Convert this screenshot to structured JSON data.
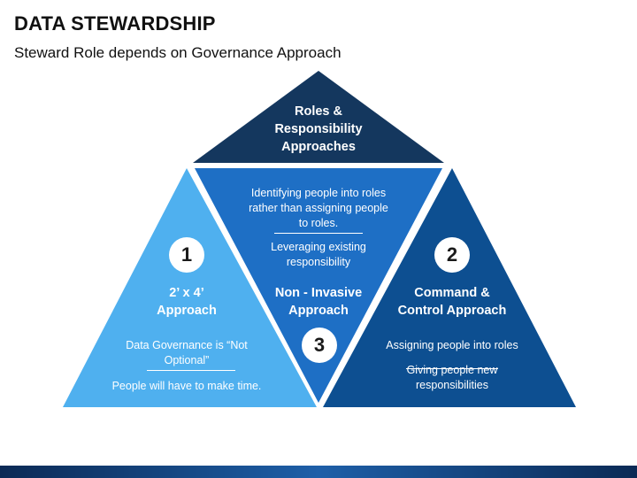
{
  "title": "DATA STEWARDSHIP",
  "subtitle": "Steward Role depends on Governance Approach",
  "colors": {
    "top": "#14375e",
    "left": "#4fb0ef",
    "center": "#1e6fc5",
    "right": "#0d4f91"
  },
  "top_triangle": {
    "heading_line1": "Roles &",
    "heading_line2": "Responsibility",
    "heading_line3": "Approaches"
  },
  "left_triangle": {
    "number": "1",
    "heading_line1": "2’ x 4’",
    "heading_line2": "Approach",
    "point1_line1": "Data Governance is “Not",
    "point1_line2": "Optional”",
    "point2": "People will have to make time."
  },
  "center_triangle": {
    "number": "3",
    "point1_line1": "Identifying people into roles",
    "point1_line2": "rather than assigning people",
    "point1_line3": "to roles.",
    "point2_line1": "Leveraging existing",
    "point2_line2": "responsibility",
    "heading_line1": "Non - Invasive",
    "heading_line2": "Approach"
  },
  "right_triangle": {
    "number": "2",
    "heading_line1": "Command &",
    "heading_line2": "Control Approach",
    "point1": "Assigning people into roles",
    "point2_line1": "Giving people new",
    "point2_line2": "responsibilities"
  }
}
